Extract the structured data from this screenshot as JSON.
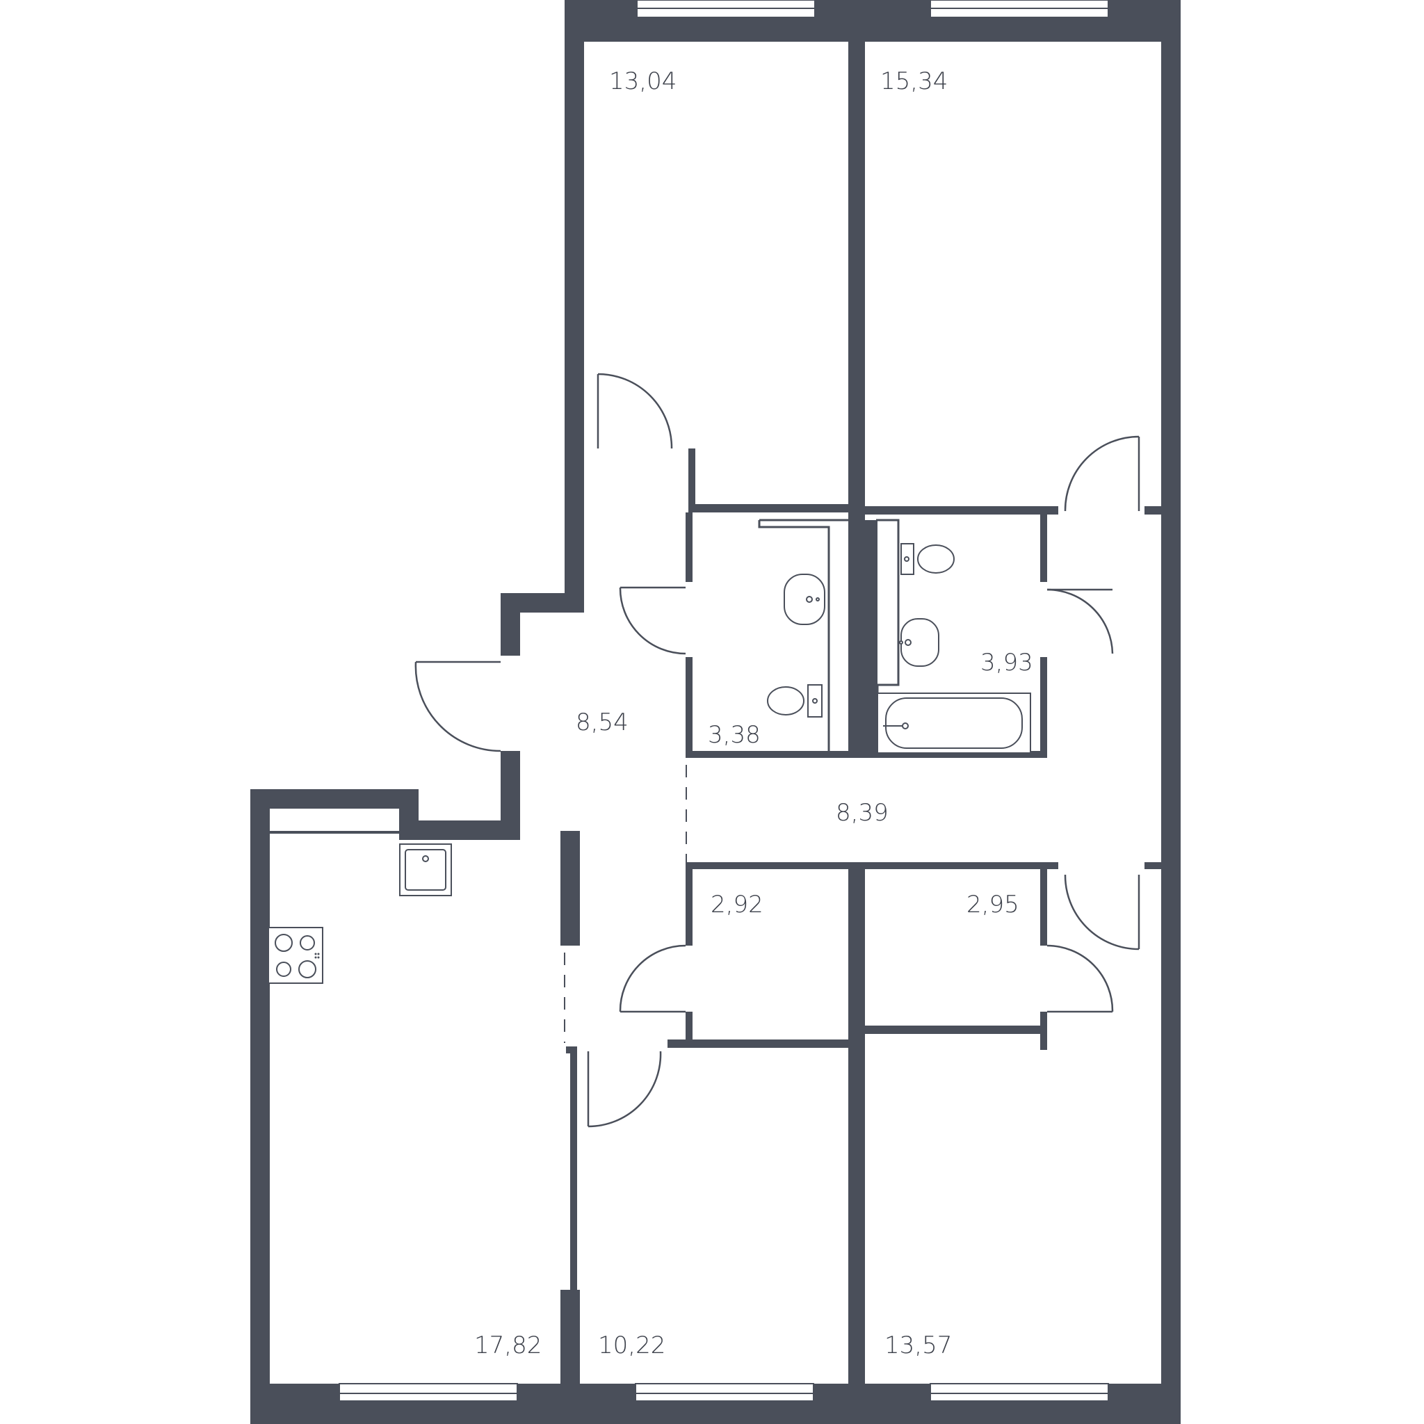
{
  "rooms": [
    {
      "id": "bedroom-top-left",
      "area": "13,04"
    },
    {
      "id": "bedroom-top-right",
      "area": "15,34"
    },
    {
      "id": "hallway-left",
      "area": "8,54"
    },
    {
      "id": "toilet",
      "area": "3,38"
    },
    {
      "id": "bathroom",
      "area": "3,93"
    },
    {
      "id": "corridor",
      "area": "8,39"
    },
    {
      "id": "closet-left",
      "area": "2,92"
    },
    {
      "id": "closet-right",
      "area": "2,95"
    },
    {
      "id": "kitchen-living",
      "area": "17,82"
    },
    {
      "id": "bedroom-bottom-middle",
      "area": "10,22"
    },
    {
      "id": "bedroom-bottom-right",
      "area": "13,57"
    }
  ],
  "colors": {
    "wall": "#4a4f5a",
    "background": "#ffffff"
  },
  "icons": [
    "toilet-icon",
    "sink-icon",
    "bathtub-icon",
    "stove-icon",
    "kitchen-sink-icon",
    "door-icon",
    "window-icon"
  ]
}
